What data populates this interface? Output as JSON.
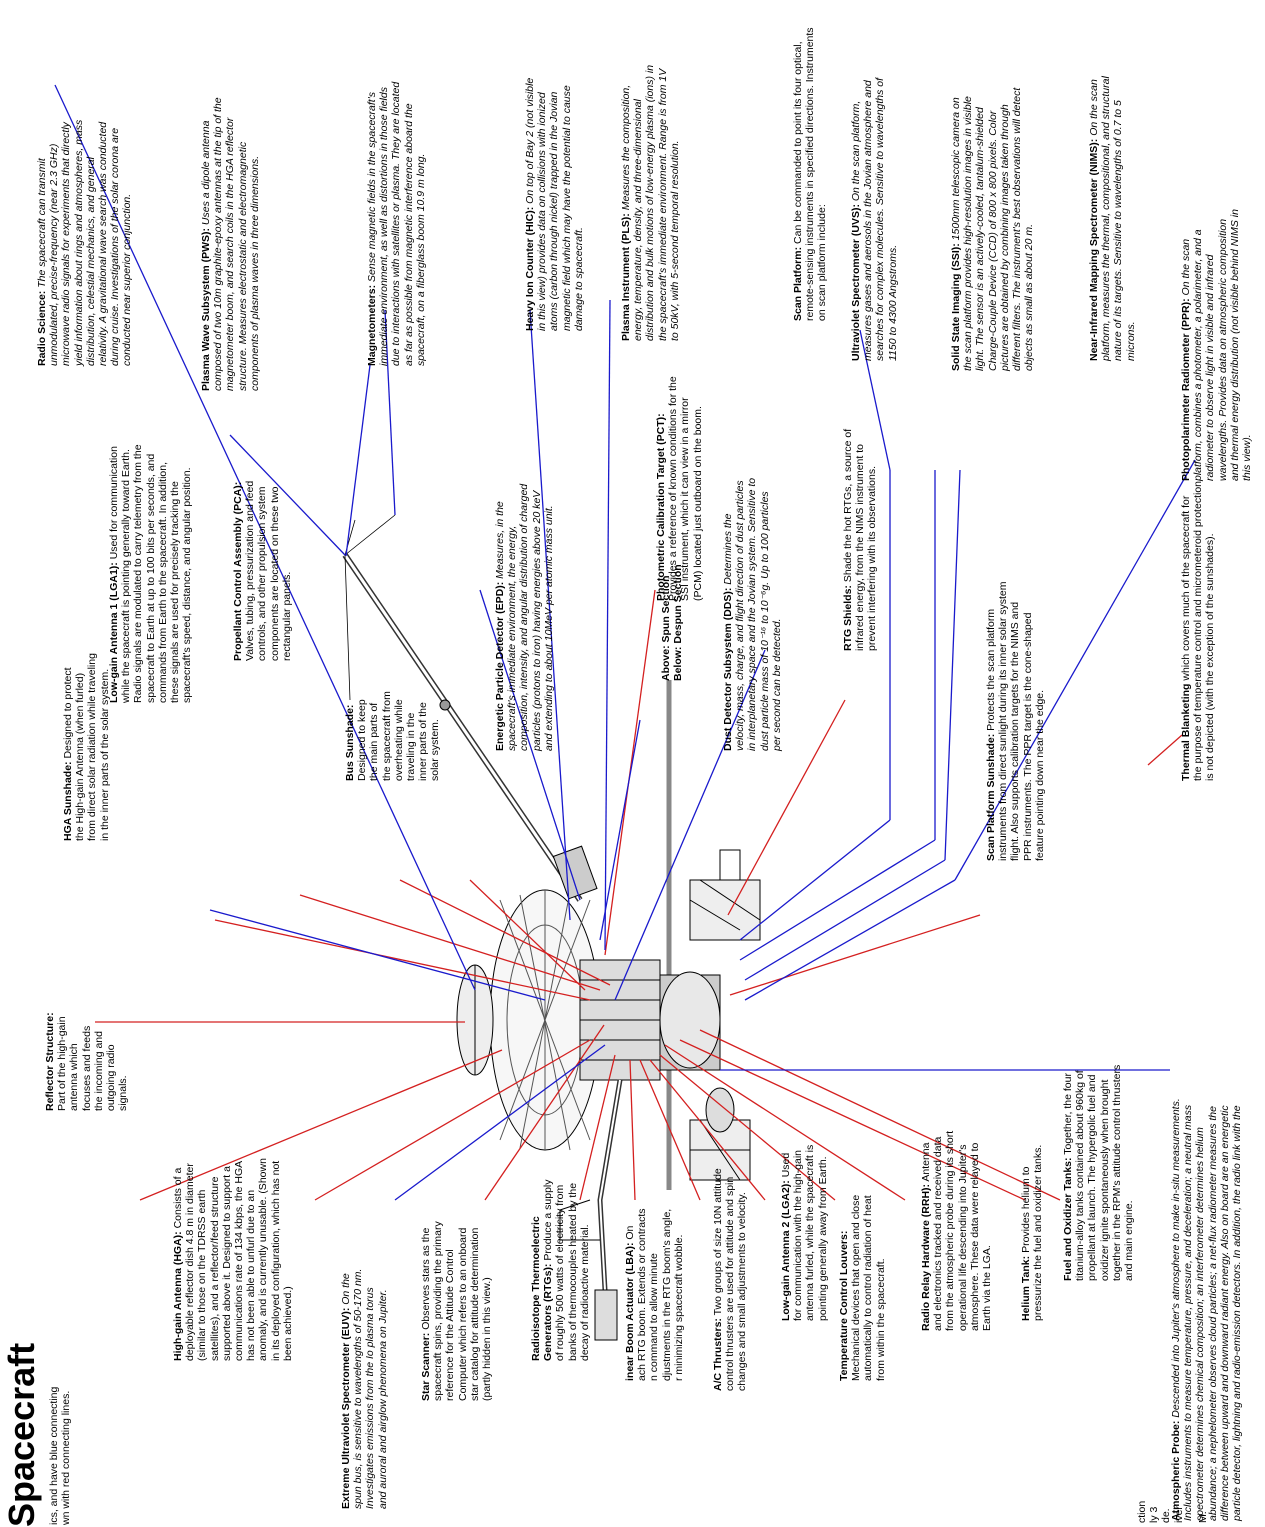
{
  "title": "Spacecraft",
  "intro": "ics, and have blue connecting\nwn with red connecting lines.",
  "footer_lines": "ction\nly 3\nde.\niver\n\nM.",
  "section": {
    "above": "Above:  Spun Section",
    "below": "Below:  Despun Section"
  },
  "colors": {
    "science_line": "#1a1acc",
    "engineering_line": "#d42020"
  },
  "annotations": [
    {
      "key": "hga_sunshade",
      "title": "HGA Sunshade:",
      "text": "  Designed to protect\nthe High-gain Antenna (when furled)\nfrom direct solar radiation while traveling\nin the inner parts of the solar system."
    },
    {
      "key": "reflector",
      "title": "Reflector Structure:",
      "text": "\nPart of the high-gain\nantenna which\nfocuses and feeds\nthe incoming and\noutgoing radio\nsignals."
    },
    {
      "key": "hga",
      "title": "High-gain Antenna (HGA):",
      "text": "  Consists of a\ndeployable reflector dish 4.8 m in diameter\n(similar to those on the TDRSS earth\nsatellites), and a reflector/feed structure\nsupported above it.  Designed to support a\ncommunications rate of 134 kbps, the HGA\nhas not been able to unfurl due to an\nanomaly, and is currently unusable. (Shown\nin its deployed configuration, which has not\nbeen achieved.)"
    },
    {
      "key": "euv",
      "title": "Extreme Ultraviolet Spectrometer (EUV):",
      "text": "  On the\nspun bus, is sensitive to wavelengths of 50-170 nm.\nInvestigates emissions from the Io plasma torus\nand auroral and airglow phenomena on Jupiter."
    },
    {
      "key": "star_scanner",
      "title": "Star Scanner:",
      "text": "  Observes stars as the\nspacecraft spins, providing the primary\nreference for the Attitude Control\nComputer which refers to an onboard\nstar catalog for attitude determination\n(partly hidden in this view.)"
    },
    {
      "key": "rtg",
      "title": "Radioisotope Thermoelectric\nGenerators (RTGs):",
      "text": "  Produce a supply\nof roughly 500 watts of electricity from\nbanks of thermocouples heated by the\ndecay of radioactive material."
    },
    {
      "key": "lba",
      "title": "inear Boom Actuator (LBA):",
      "text": "  On\nach RTG boom.  Extends or contracts\nn command to allow minute\ndjustments in the RTG boom's angle,\nr minimizing spacecraft wobble."
    },
    {
      "key": "ac_thrusters",
      "title": "A/C Thrusters:",
      "text": "  Two groups of size 10N attitude\ncontrol thrusters are used for attitude and spin\nchanges and small adjustments to velocity."
    },
    {
      "key": "lga2",
      "title": "Low-gain Antenna 2 (LGA2):",
      "text": "  Used\nfor communication with the high-gain\nantenna furled, while the spacecraft is\npointing generally away from Earth."
    },
    {
      "key": "louvers",
      "title": "Temperature Control Louvers:",
      "text": "\nMechanical devices that open and close\nautomatically to control radiation of heat\nfrom within the spacecraft."
    },
    {
      "key": "rrh",
      "title": "Radio Relay Hardware (RRH):",
      "text": "  Antenna\nand electronics tracked and received data\nfrom the atmospheric probe during its short\noperational life descending into Jupiter's\natmosphere.  These data were relayed to\nEarth via the LGA."
    },
    {
      "key": "helium",
      "title": "Helium Tank:",
      "text": "  Provides helium to\npressurize the fuel and oxidizer tanks."
    },
    {
      "key": "fuel",
      "title": "Fuel and Oxidizer Tanks:",
      "text": "  Together, the four\ntitanium-alloy tanks contained about 960kg of\npropellant at launch.  The hypergolic fuel and\noxidizer ignite spontaneously when brought\ntogether in the RPM's attitude control thrusters\nand main engine."
    },
    {
      "key": "probe",
      "title": "Atmospheric Probe:",
      "text": "  Descended into Jupiter's atmosphere to make in-situ measurements.\nIncludes instruments to measure temperature, pressure, and deceleration; a neutral mass\nspectrometer determines chemical composition; an interferometer determines helium\nabundance; a nephelometer observes cloud particles; a net-flux radiometer measures the\ndifference between upward and downward radiant energy.  Also on board are an energetic\nparticle detector, lightning and radio-emission detectors. In addition, the radio link with the"
    },
    {
      "key": "lga1",
      "title": "Low-gain Antenna 1 (LGA1):",
      "text": "  Used for communication\nwhile the spacecraft is pointing generally toward Earth.\nRadio signals are modulated to carry telemetry from the\nspacecraft to Earth at up to 100 bits per seconds, and\ncommands from Earth to the spacecraft.  In addition,\nthese signals are used for precisely tracking the\nspacecraft's speed, distance, and angular position."
    },
    {
      "key": "pca",
      "title": "Propellant Control Assembly (PCA):",
      "text": "\nValves, tubing, pressurization and feed\ncontrols, and other propulsion system\ncomponents are located on these two\nrectangular panels."
    },
    {
      "key": "bus_sunshade",
      "title": "Bus Sunshade:",
      "text": "\nDesigned to keep\nthe main parts of\nthe spacecraft from\noverheating while\ntraveling in the\ninner parts of the\nsolar system."
    },
    {
      "key": "radio_science",
      "title": "Radio Science:",
      "text": "  The spacecraft can transmit\nunmodulated, precise-frequency (near 2.3 GHz)\nmicrowave radio signals for experiments that directly\nyield information about rings and atmospheres, mass\ndistribution, celestial mechanics, and general\nrelativity.  A gravitational wave search was conducted\nduring cruise.  Investigations of the solar corona are\nconducted near superior conjunction."
    },
    {
      "key": "pws",
      "title": "Plasma Wave Subsystem (PWS):",
      "text": "  Uses a dipole antenna\ncomposed of two 10m graphite-epoxy antennas at the tip of the\nmagnetometer boom, and search coils in the HGA reflector\nstructure.  Measures electrostatic and electromagnetic\ncomponents of plasma waves in three dimensions."
    },
    {
      "key": "epd",
      "title": "Energetic Particle Detector (EPD):",
      "text": "  Measures, in the\nspacecraft's immediate environment, the energy,\ncomposition, intensity, and angular distribution of charged\nparticles (protons to iron) having energies above 20 keV\nand extending to about 10MeV per atomic mass unit."
    },
    {
      "key": "magnetometers",
      "title": "Magnetometers:",
      "text": "  Sense magnetic fields in the spacecraft's\nimmediate environment, as well as distortions in those fields\ndue to interactions with satellites or plasma. They are located\nas far as possible from magnetic interference aboard the\nspacecraft, on a fiberglass boom 10.9 m long."
    },
    {
      "key": "hic",
      "title": "Heavy Ion Counter (HIC):",
      "text": "  On top of Bay 2 (not visible\nin this view) provides data on collisions with ionized\natoms (carbon through nickel) trapped in the Jovian\nmagnetic field which may have the potential to cause\ndamage to spacecraft."
    },
    {
      "key": "pct",
      "title": "Photometric Calibration Target (PCT):",
      "text": "\nProvides a reference of known conditions for the\nSSI instrument, which it can view in a mirror\n(PCM) located just outboard on the boom."
    },
    {
      "key": "dds",
      "title": "Dust Detector Subsystem (DDS):",
      "text": "  Determines the\nvelocity, mass, charge, and flight direction of dust particles\nin interplanetary space and the Jovian system.  Sensitive to\ndust particle mass of 10⁻¹⁶ to 10⁻⁶g.  Up to 100 particles\nper second can be detected."
    },
    {
      "key": "pls",
      "title": "Plasma Instrument (PLS):",
      "text": "  Measures the composition,\nenergy, temperature, density, and three-dimensional\ndistribution and bulk motions of low-energy plasma (ions) in\nthe spacecraft's immediate environment.  Range is from 1V\nto 50kV, with 5-second temporal resolution."
    },
    {
      "key": "rtg_shields",
      "title": "RTG Shields:",
      "text": "  Shade the hot RTGs, a source of\ninfrared energy, from the NIMS instrument to\nprevent interfering with its observations."
    },
    {
      "key": "scan_shade",
      "title": "Scan Platform Sunshade:",
      "text": "  Protects the scan platform\ninstruments from direct sunlight during its inner solar system\nflight.  Also supports calibration targets for the NIMS and\nPPR instruments.  The PPR target is the cone-shaped\nfeature pointing down near the edge."
    },
    {
      "key": "scan_platform",
      "title": "Scan Platform:",
      "text": "  Can be commanded to point its four optical,\nremote-sensing instruments in specified directions. Instruments\non scan platform include:"
    },
    {
      "key": "uvs",
      "title": "Ultraviolet Spectrometer (UVS):",
      "text": "  On the scan platform,\nmeasures gases and aerosols in the Jovian atmosphere and\nsearches for complex molecules.  Sensitive to wavelengths of\n1150 to 4300 Angstroms."
    },
    {
      "key": "ssi",
      "title": "Solid State Imaging (SSI):",
      "text": "  1500mm telescopic camera on\nthe scan platform provides high-resolution images in visible\nlight. The sensor is an actively-cooled, tantalum-shielded\nCharge-Couple Device (CCD) of 800 x 800 pixels.  Color\npictures are obtained by combining images taken through\ndifferent filters.  The instrument's best observations will detect\nobjects as small as about 20 m."
    },
    {
      "key": "nims",
      "title": "Near-Infrared Mapping Spectrometer (NIMS):",
      "text": "  On the scan\nplatform, measures the thermal, compositional, and structural\nnature of its targets.  Sensitive to wavelengths of 0.7 to 5\nmicrons."
    },
    {
      "key": "ppr",
      "title": "Photopolarimeter Radiometer (PPR):",
      "text": "  On the scan\nplatform, combines a photometer, a polarimeter, and a\nradiometer to observe light in visible and infrared\nwavelengths.  Provides data on atmospheric composition\nand thermal energy distribution (not visible behind NIMS in\nthis view)."
    },
    {
      "key": "blanketing",
      "title": "Thermal Blanketing",
      "text": " which covers much of the spacecraft for\nthe purpose of temperature control and micrometeroid protection\nis not depicted (with the exception of the sunshades)."
    }
  ]
}
